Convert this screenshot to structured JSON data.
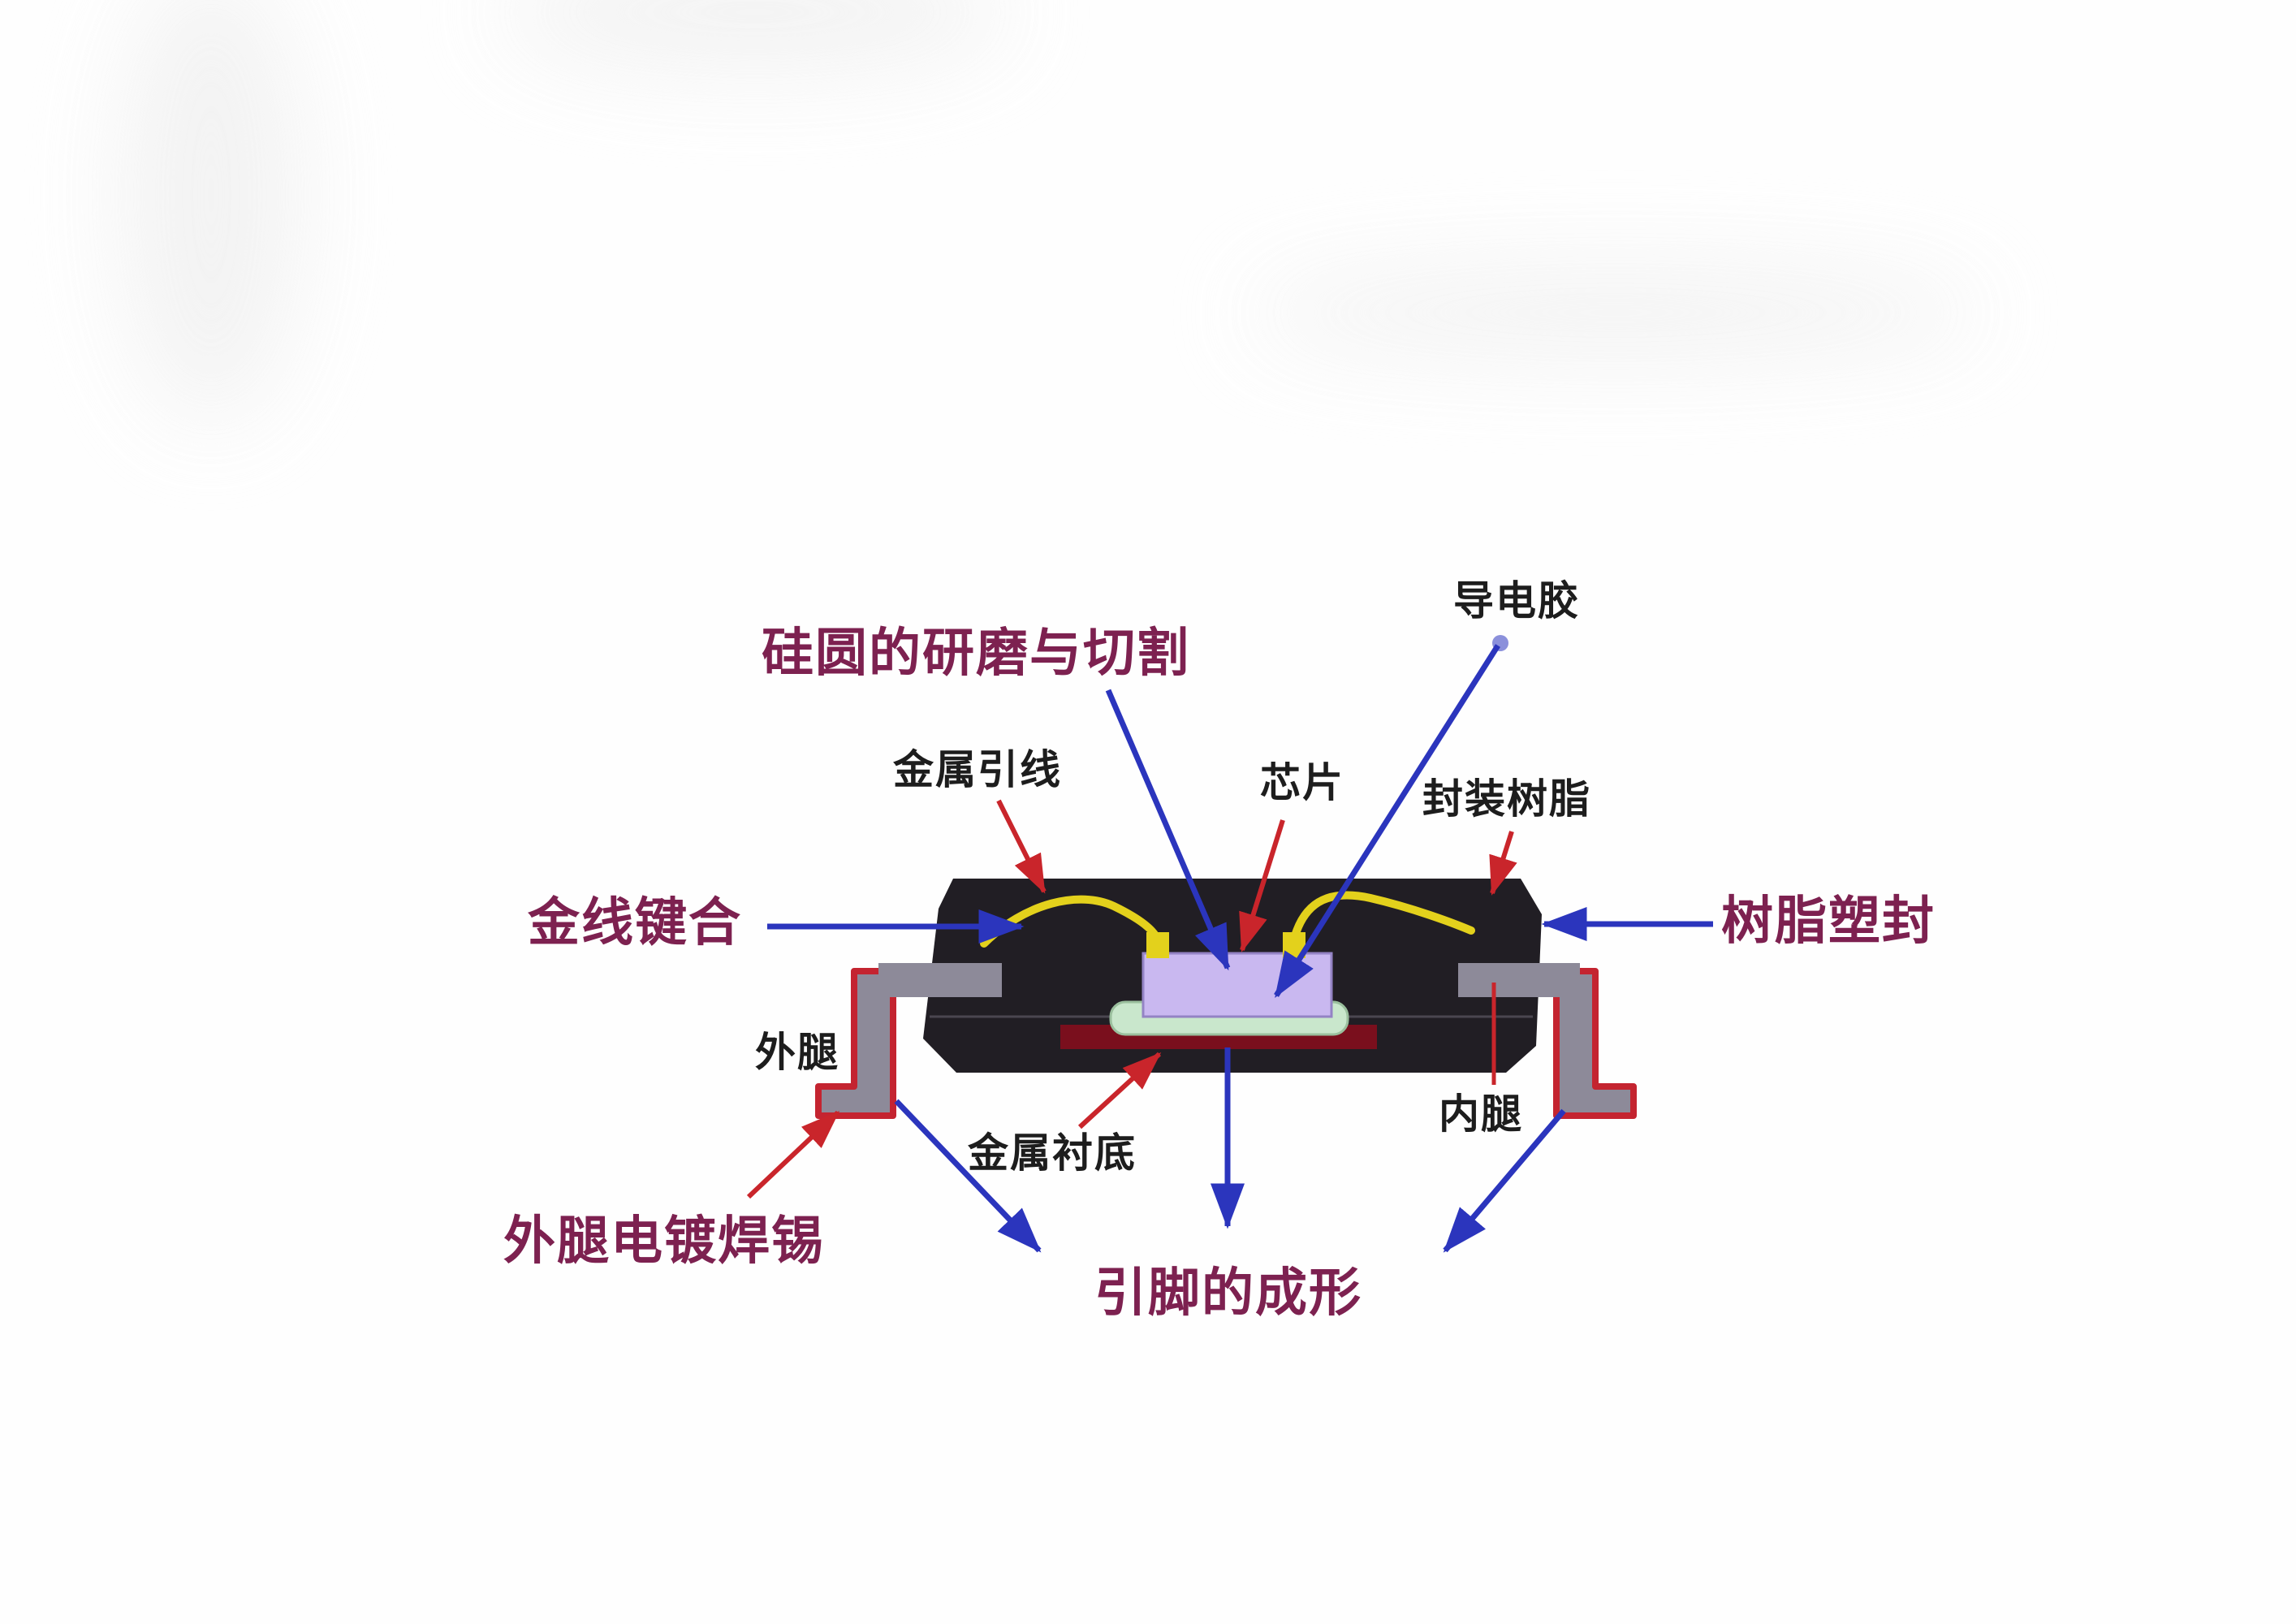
{
  "diagram": {
    "description": "IC package cross-section diagram with Chinese annotations",
    "labels": {
      "conductive_adhesive": "导电胶",
      "wafer_grinding_cutting": "硅圆的研磨与切割",
      "metal_lead_wire": "金属引线",
      "chip": "芯片",
      "packaging_resin": "封装树脂",
      "gold_wire_bonding": "金线键合",
      "resin_molding": "树脂塑封",
      "outer_leg": "外腿",
      "inner_leg": "内腿",
      "metal_substrate": "金属衬底",
      "outer_leg_solder_plating": "外腿电镀焊锡",
      "pin_forming": "引脚的成形"
    },
    "colors": {
      "maroon_label": "#7d2150",
      "black_label": "#1d1d1d",
      "package_body": "#211e24",
      "lead_gray": "#8d8a99",
      "leg_outline_red": "#c42430",
      "chip_lavender": "#c9b8f0",
      "die_pad_green": "#c9e7cc",
      "substrate_dark_red": "#7a0f1d",
      "wire_gold": "#e3d11c",
      "arrow_blue": "#2b35bd",
      "arrow_red": "#c9252b"
    }
  }
}
